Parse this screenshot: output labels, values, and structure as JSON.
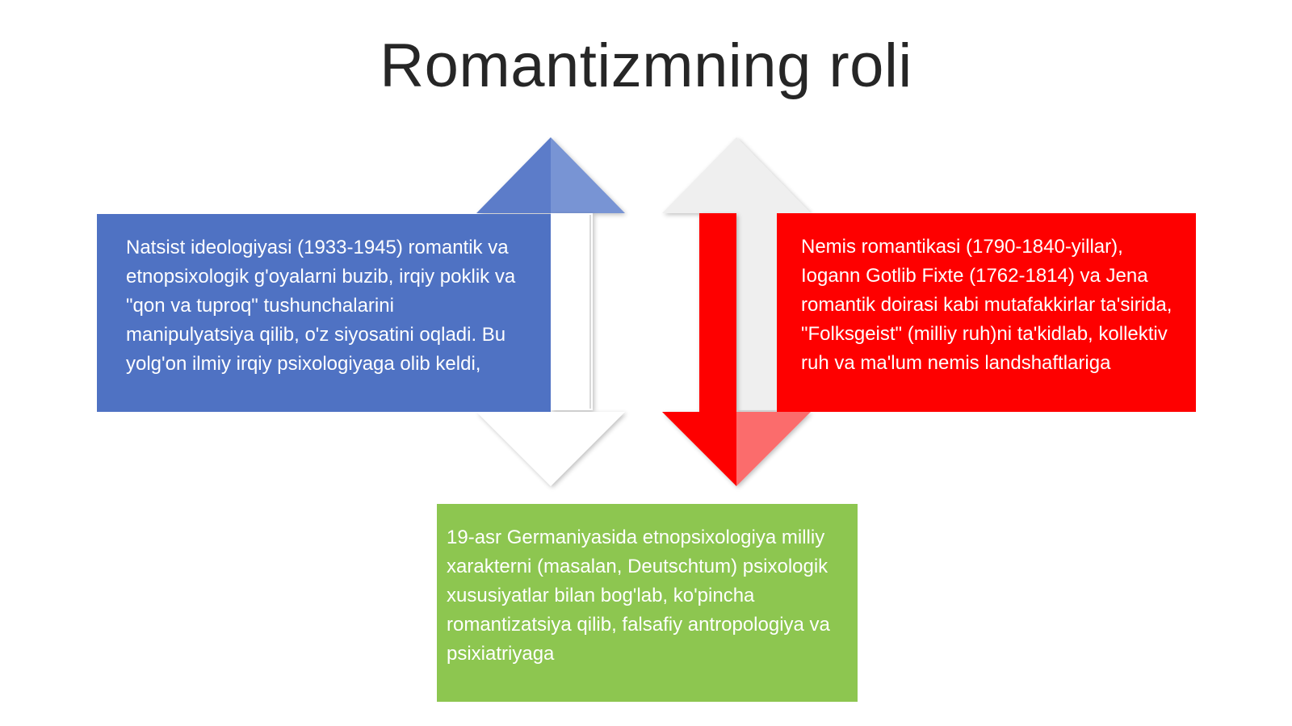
{
  "slide": {
    "title": "Romantizmning roli"
  },
  "diagram": {
    "nodes": [
      {
        "id": "nazi",
        "text": "Natsist ideologiyasi (1933-1945) romantik va etnopsixologik g'oyalarni buzib, irqiy poklik va \"qon va tuproq\" tushunchalarini manipulyatsiya qilib, o'z siyosatini oqladi. Bu yolg'on ilmiy irqiy psixologiyaga olib keldi,",
        "color": "#4f72c3"
      },
      {
        "id": "german-romanticism",
        "text": "Nemis romantikasi (1790-1840-yillar), Iogann Gotlib Fixte (1762-1814) va Jena romantik doirasi kabi mutafakkirlar ta'sirida, \"Folksgeist\" (milliy ruh)ni ta'kidlab,  kollektiv ruh va ma'lum nemis landshaftlariga",
        "color": "#fe0000"
      },
      {
        "id": "ethnopsychology",
        "text": "19-asr Germaniyasida etnopsixologiya milliy xarakterni (masalan, Deutschtum) psixologik xususiyatlar bilan bog'lab, ko'pincha romantizatsiya qilib, falsafiy antropologiya va psixiatriyaga",
        "color": "#8dc650"
      }
    ],
    "arrows": [
      {
        "name": "blue-up-arrow",
        "direction": "up",
        "color": "#4f72c3"
      },
      {
        "name": "white-down-arrow",
        "direction": "down",
        "color": "#ffffff"
      },
      {
        "name": "grey-up-arrow",
        "direction": "up",
        "color": "#efefef"
      },
      {
        "name": "red-down-arrow",
        "direction": "down",
        "color": "#fe0000"
      }
    ]
  }
}
